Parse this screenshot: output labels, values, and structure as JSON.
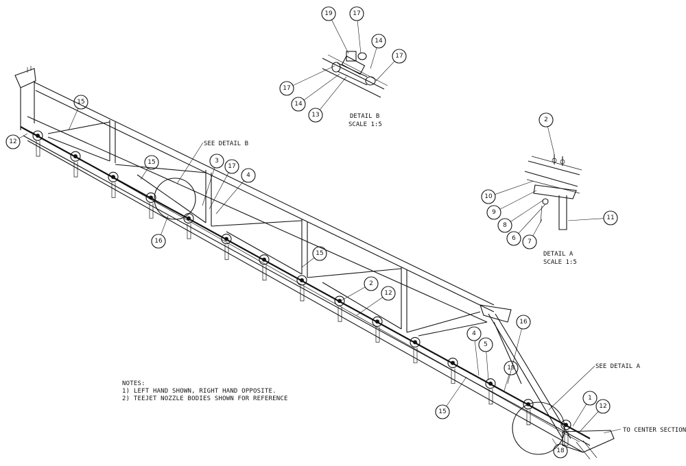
{
  "detail_b": {
    "title": "DETAIL  B",
    "scale": "SCALE  1:5",
    "callouts": [
      "19",
      "17",
      "14",
      "17",
      "17",
      "14",
      "13"
    ]
  },
  "detail_a": {
    "title": "DETAIL  A",
    "scale": "SCALE  1:5",
    "callouts": [
      "2",
      "10",
      "9",
      "8",
      "6",
      "7",
      "11"
    ]
  },
  "see_detail_b": "SEE DETAIL  B",
  "see_detail_a": "SEE DETAIL  A",
  "to_center_section": "TO CENTER SECTION",
  "notes": {
    "heading": "NOTES:",
    "lines": [
      "1)  LEFT HAND SHOWN, RIGHT HAND OPPOSITE.",
      "2)  TEEJET NOZZLE BODIES SHOWN FOR REFERENCE"
    ]
  },
  "main_callouts": [
    "15",
    "12",
    "15",
    "3",
    "17",
    "4",
    "16",
    "15",
    "2",
    "12",
    "4",
    "5",
    "16",
    "19",
    "15",
    "1",
    "12",
    "18"
  ]
}
